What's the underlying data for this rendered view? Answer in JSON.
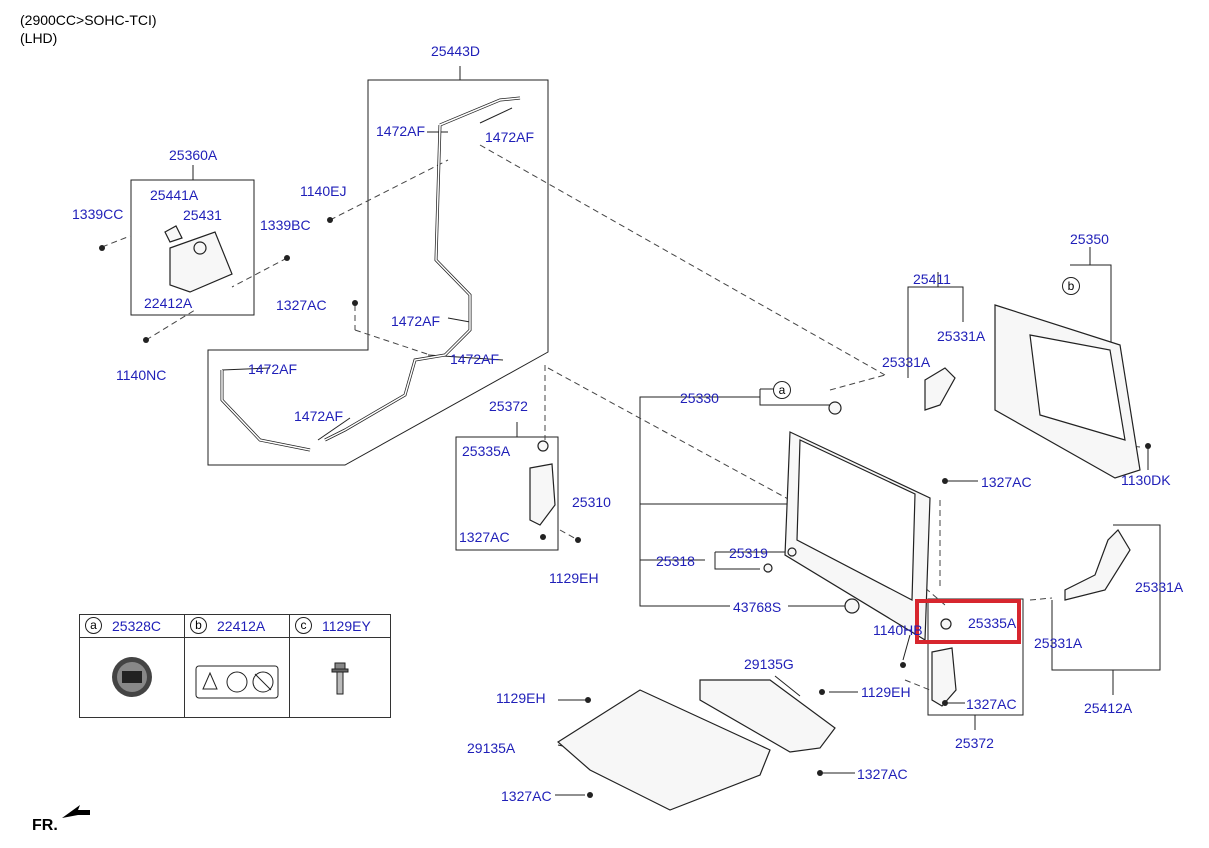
{
  "header": {
    "engine": "(2900CC>SOHC-TCI)",
    "drive": "(LHD)"
  },
  "front_marker": "FR.",
  "callouts": {
    "a": "a",
    "b": "b"
  },
  "parts": {
    "p25443D": "25443D",
    "p1472AF_1": "1472AF",
    "p1472AF_2": "1472AF",
    "p1472AF_3": "1472AF",
    "p1472AF_4": "1472AF",
    "p1472AF_5": "1472AF",
    "p1472AF_6": "1472AF",
    "p1140EJ": "1140EJ",
    "p25360A": "25360A",
    "p25441A": "25441A",
    "p25431": "25431",
    "p1339CC": "1339CC",
    "p1339BC": "1339BC",
    "p22412A": "22412A",
    "p1327AC_1": "1327AC",
    "p1140NC": "1140NC",
    "p25372_1": "25372",
    "p25335A_1": "25335A",
    "p1327AC_2": "1327AC",
    "p1129EH_1": "1129EH",
    "p25330": "25330",
    "p25310": "25310",
    "p25318": "25318",
    "p25319": "25319",
    "p43768S": "43768S",
    "p25411": "25411",
    "p25331A_1": "25331A",
    "p25331A_2": "25331A",
    "p25350": "25350",
    "p1130DK": "1130DK",
    "p1327AC_3": "1327AC",
    "p1140HB": "1140HB",
    "p25335A_2": "25335A",
    "p1327AC_4": "1327AC",
    "p25372_2": "25372",
    "p25331A_3": "25331A",
    "p25331A_4": "25331A",
    "p25412A": "25412A",
    "p29135G": "29135G",
    "p1129EH_2": "1129EH",
    "p1129EH_3": "1129EH",
    "p29135A": "29135A",
    "p1327AC_5": "1327AC",
    "p1327AC_6": "1327AC"
  },
  "legend": [
    {
      "circle": "a",
      "part": "25328C",
      "icon": "radiator-cap-label"
    },
    {
      "circle": "b",
      "part": "22412A",
      "icon": "warning-label"
    },
    {
      "circle": "c",
      "part": "1129EY",
      "icon": "bolt"
    }
  ],
  "colors": {
    "part_number": "#1f1fb8",
    "line": "#222222",
    "highlight": "#d7262e"
  }
}
